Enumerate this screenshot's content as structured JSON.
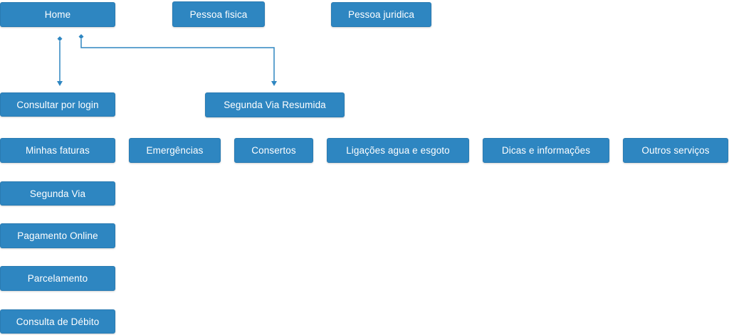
{
  "colors": {
    "node_fill": "#2e86c1",
    "node_text": "#ffffff",
    "connector": "#2e86c1"
  },
  "nodes": {
    "home": "Home",
    "pessoa_fisica": "Pessoa fisica",
    "pessoa_juridica": "Pessoa juridica",
    "consultar_por_login": "Consultar por login",
    "segunda_via_resumida": "Segunda Via Resumida",
    "minhas_faturas": "Minhas faturas",
    "emergencias": "Emergências",
    "consertos": "Consertos",
    "ligacoes": "Ligações agua e esgoto",
    "dicas": "Dicas e informações",
    "outros_servicos": "Outros serviços",
    "segunda_via": "Segunda Via",
    "pagamento_online": "Pagamento Online",
    "parcelamento": "Parcelamento",
    "consulta_debito": "Consulta de Débito"
  },
  "connections": [
    {
      "from": "Home",
      "to": "Consultar por login"
    },
    {
      "from": "Home",
      "to": "Segunda Via Resumida"
    }
  ]
}
